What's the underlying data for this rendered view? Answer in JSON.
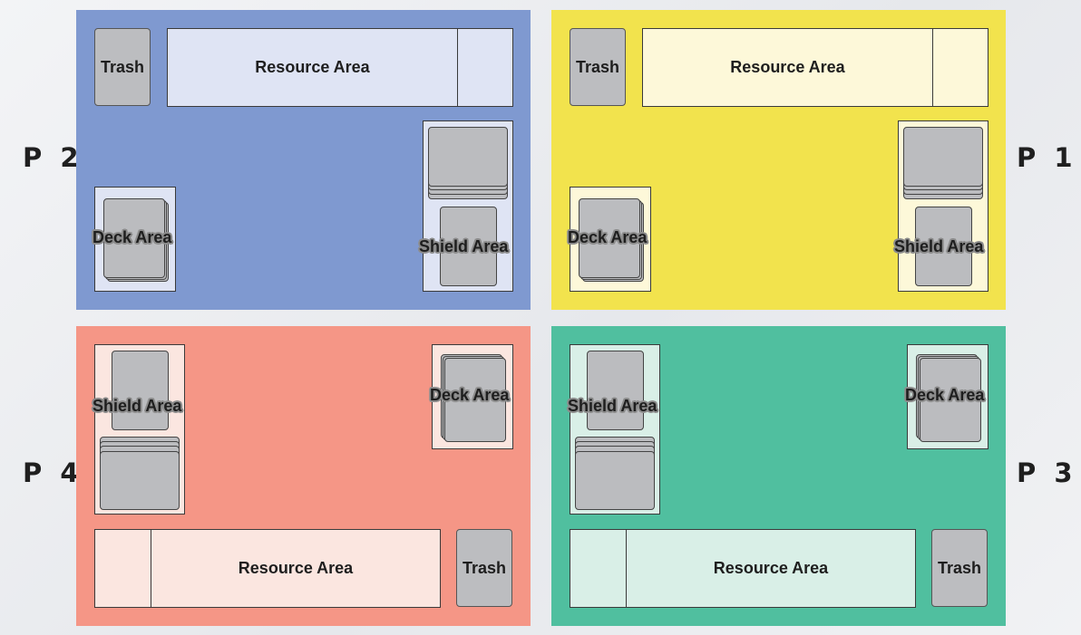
{
  "players": {
    "p1": {
      "label": "P 1",
      "color": "#f2e34d",
      "zone_color": "#fdf8d9"
    },
    "p2": {
      "label": "P 2",
      "color": "#7f99d0",
      "zone_color": "#dfe4f4"
    },
    "p3": {
      "label": "P 3",
      "color": "#50bf9f",
      "zone_color": "#d9efe7"
    },
    "p4": {
      "label": "P 4",
      "color": "#f59686",
      "zone_color": "#fbe6e0"
    }
  },
  "labels": {
    "trash": "Trash",
    "resource_area": "Resource Area",
    "deck_area": "Deck Area",
    "shield_area": "Shield Area"
  },
  "icons": {
    "card": "card-icon",
    "card_stack": "card-stack-icon"
  }
}
